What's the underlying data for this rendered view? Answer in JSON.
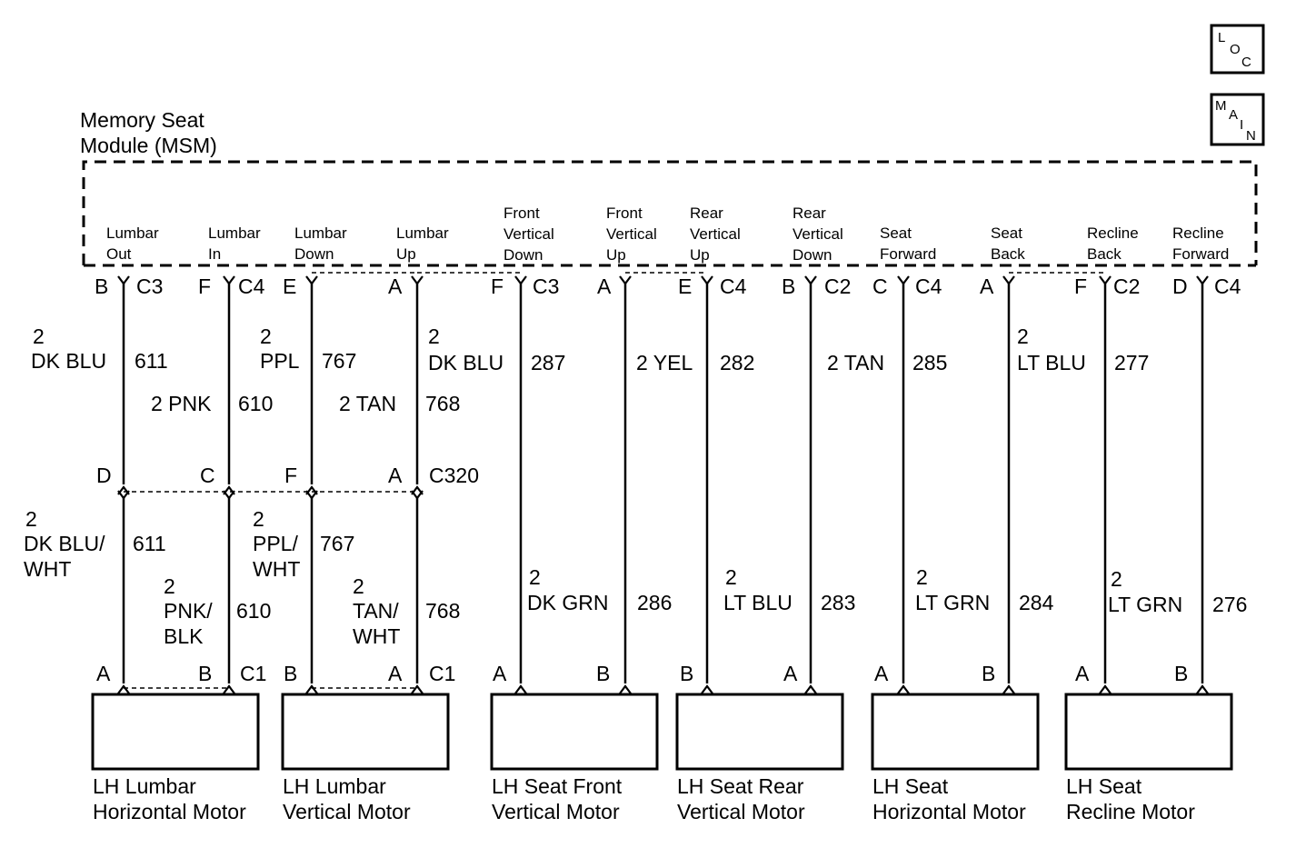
{
  "module": {
    "title_line1": "Memory Seat",
    "title_line2": "Module (MSM)"
  },
  "badges": {
    "loc": [
      "L",
      "O",
      "C"
    ],
    "main": [
      "M",
      "A",
      "I",
      "N"
    ]
  },
  "signals": [
    {
      "id": "lumbar-out",
      "lines": [
        "Lumbar",
        "Out"
      ]
    },
    {
      "id": "lumbar-in",
      "lines": [
        "Lumbar",
        "In"
      ]
    },
    {
      "id": "lumbar-down",
      "lines": [
        "Lumbar",
        "Down"
      ]
    },
    {
      "id": "lumbar-up",
      "lines": [
        "Lumbar",
        "Up"
      ]
    },
    {
      "id": "front-vertical-down",
      "lines": [
        "Front",
        "Vertical",
        "Down"
      ]
    },
    {
      "id": "front-vertical-up",
      "lines": [
        "Front",
        "Vertical",
        "Up"
      ]
    },
    {
      "id": "rear-vertical-up",
      "lines": [
        "Rear",
        "Vertical",
        "Up"
      ]
    },
    {
      "id": "rear-vertical-down",
      "lines": [
        "Rear",
        "Vertical",
        "Down"
      ]
    },
    {
      "id": "seat-forward",
      "lines": [
        "Seat",
        "Forward"
      ]
    },
    {
      "id": "seat-back",
      "lines": [
        "Seat",
        "Back"
      ]
    },
    {
      "id": "recline-back",
      "lines": [
        "Recline",
        "Back"
      ]
    },
    {
      "id": "recline-forward",
      "lines": [
        "Recline",
        "Forward"
      ]
    }
  ],
  "module_pins": [
    {
      "pin": "B",
      "conn": "C3"
    },
    {
      "pin": "F",
      "conn": "C4"
    },
    {
      "pin": "E",
      "conn": ""
    },
    {
      "pin": "A",
      "conn": ""
    },
    {
      "pin": "F",
      "conn": "C3"
    },
    {
      "pin": "A",
      "conn": ""
    },
    {
      "pin": "E",
      "conn": "C4"
    },
    {
      "pin": "B",
      "conn": "C2"
    },
    {
      "pin": "C",
      "conn": "C4"
    },
    {
      "pin": "A",
      "conn": ""
    },
    {
      "pin": "F",
      "conn": "C2"
    },
    {
      "pin": "D",
      "conn": "C4"
    }
  ],
  "upper_wires": [
    {
      "gauge": "2",
      "color": "DK BLU",
      "circuit": "611"
    },
    {
      "gauge": "",
      "color": "2 PNK",
      "circuit": "610"
    },
    {
      "gauge": "2",
      "color": "PPL",
      "circuit": "767"
    },
    {
      "gauge": "",
      "color": "2 TAN",
      "circuit": "768"
    }
  ],
  "inline_connector": {
    "name": "C320",
    "pins": [
      "D",
      "C",
      "F",
      "A"
    ]
  },
  "lower_wires": [
    {
      "gauge": "2",
      "color1": "DK BLU/",
      "color2": "WHT",
      "circuit": "611"
    },
    {
      "gauge": "2",
      "color1": "PNK/",
      "color2": "BLK",
      "circuit": "610"
    },
    {
      "gauge": "2",
      "color1": "PPL/",
      "color2": "WHT",
      "circuit": "767"
    },
    {
      "gauge": "2",
      "color1": "TAN/",
      "color2": "WHT",
      "circuit": "768"
    }
  ],
  "direct_wires": [
    {
      "gauge": "2",
      "color": "DK BLU",
      "circuit": "287"
    },
    {
      "gauge": "",
      "color": "2 YEL",
      "circuit": "282"
    },
    {
      "gauge": "",
      "color": "2 TAN",
      "circuit": "285"
    },
    {
      "gauge": "2",
      "color": "LT BLU",
      "circuit": "277"
    },
    {
      "gauge": "2",
      "color": "DK GRN",
      "circuit": "286"
    },
    {
      "gauge": "2",
      "color": "LT BLU",
      "circuit": "283"
    },
    {
      "gauge": "2",
      "color": "LT GRN",
      "circuit": "284"
    },
    {
      "gauge": "2",
      "color": "LT GRN",
      "circuit": "276"
    }
  ],
  "motor_pins": [
    {
      "pin": "A",
      "conn": ""
    },
    {
      "pin": "B",
      "conn": "C1"
    },
    {
      "pin": "B",
      "conn": ""
    },
    {
      "pin": "A",
      "conn": "C1"
    },
    {
      "pin": "A",
      "conn": ""
    },
    {
      "pin": "B",
      "conn": ""
    },
    {
      "pin": "B",
      "conn": ""
    },
    {
      "pin": "A",
      "conn": ""
    },
    {
      "pin": "A",
      "conn": ""
    },
    {
      "pin": "B",
      "conn": ""
    },
    {
      "pin": "A",
      "conn": ""
    },
    {
      "pin": "B",
      "conn": ""
    }
  ],
  "motors": [
    {
      "line1": "LH Lumbar",
      "line2": "Horizontal Motor"
    },
    {
      "line1": "LH Lumbar",
      "line2": "Vertical Motor"
    },
    {
      "line1": "LH Seat Front",
      "line2": "Vertical Motor"
    },
    {
      "line1": "LH Seat Rear",
      "line2": "Vertical Motor"
    },
    {
      "line1": "LH Seat",
      "line2": "Horizontal Motor"
    },
    {
      "line1": "LH Seat",
      "line2": "Recline Motor"
    }
  ]
}
